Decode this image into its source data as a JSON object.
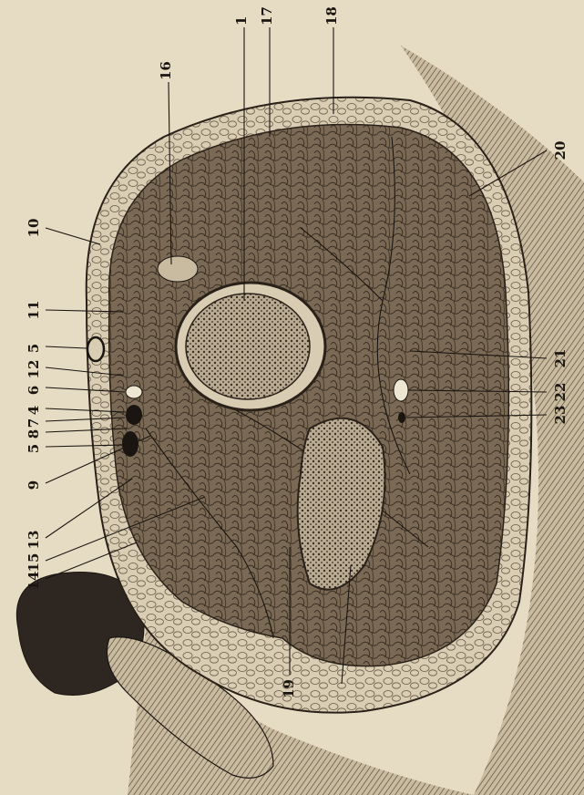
{
  "figure": {
    "labels": [
      {
        "key": "l1",
        "text": "1"
      },
      {
        "key": "l17",
        "text": "17"
      },
      {
        "key": "l18",
        "text": "18"
      },
      {
        "key": "l16",
        "text": "16"
      },
      {
        "key": "l20",
        "text": "20"
      },
      {
        "key": "l10",
        "text": "10"
      },
      {
        "key": "l11",
        "text": "11"
      },
      {
        "key": "l5a",
        "text": "5"
      },
      {
        "key": "l12",
        "text": "12"
      },
      {
        "key": "l6",
        "text": "6"
      },
      {
        "key": "l4",
        "text": "4"
      },
      {
        "key": "l7",
        "text": "7"
      },
      {
        "key": "l8",
        "text": "8"
      },
      {
        "key": "l5b",
        "text": "5"
      },
      {
        "key": "l9",
        "text": "9"
      },
      {
        "key": "l13",
        "text": "13"
      },
      {
        "key": "l15",
        "text": "15"
      },
      {
        "key": "l14",
        "text": "14"
      },
      {
        "key": "l19",
        "text": "19"
      },
      {
        "key": "l21",
        "text": "21"
      },
      {
        "key": "l22",
        "text": "22"
      },
      {
        "key": "l23",
        "text": "23"
      }
    ]
  }
}
